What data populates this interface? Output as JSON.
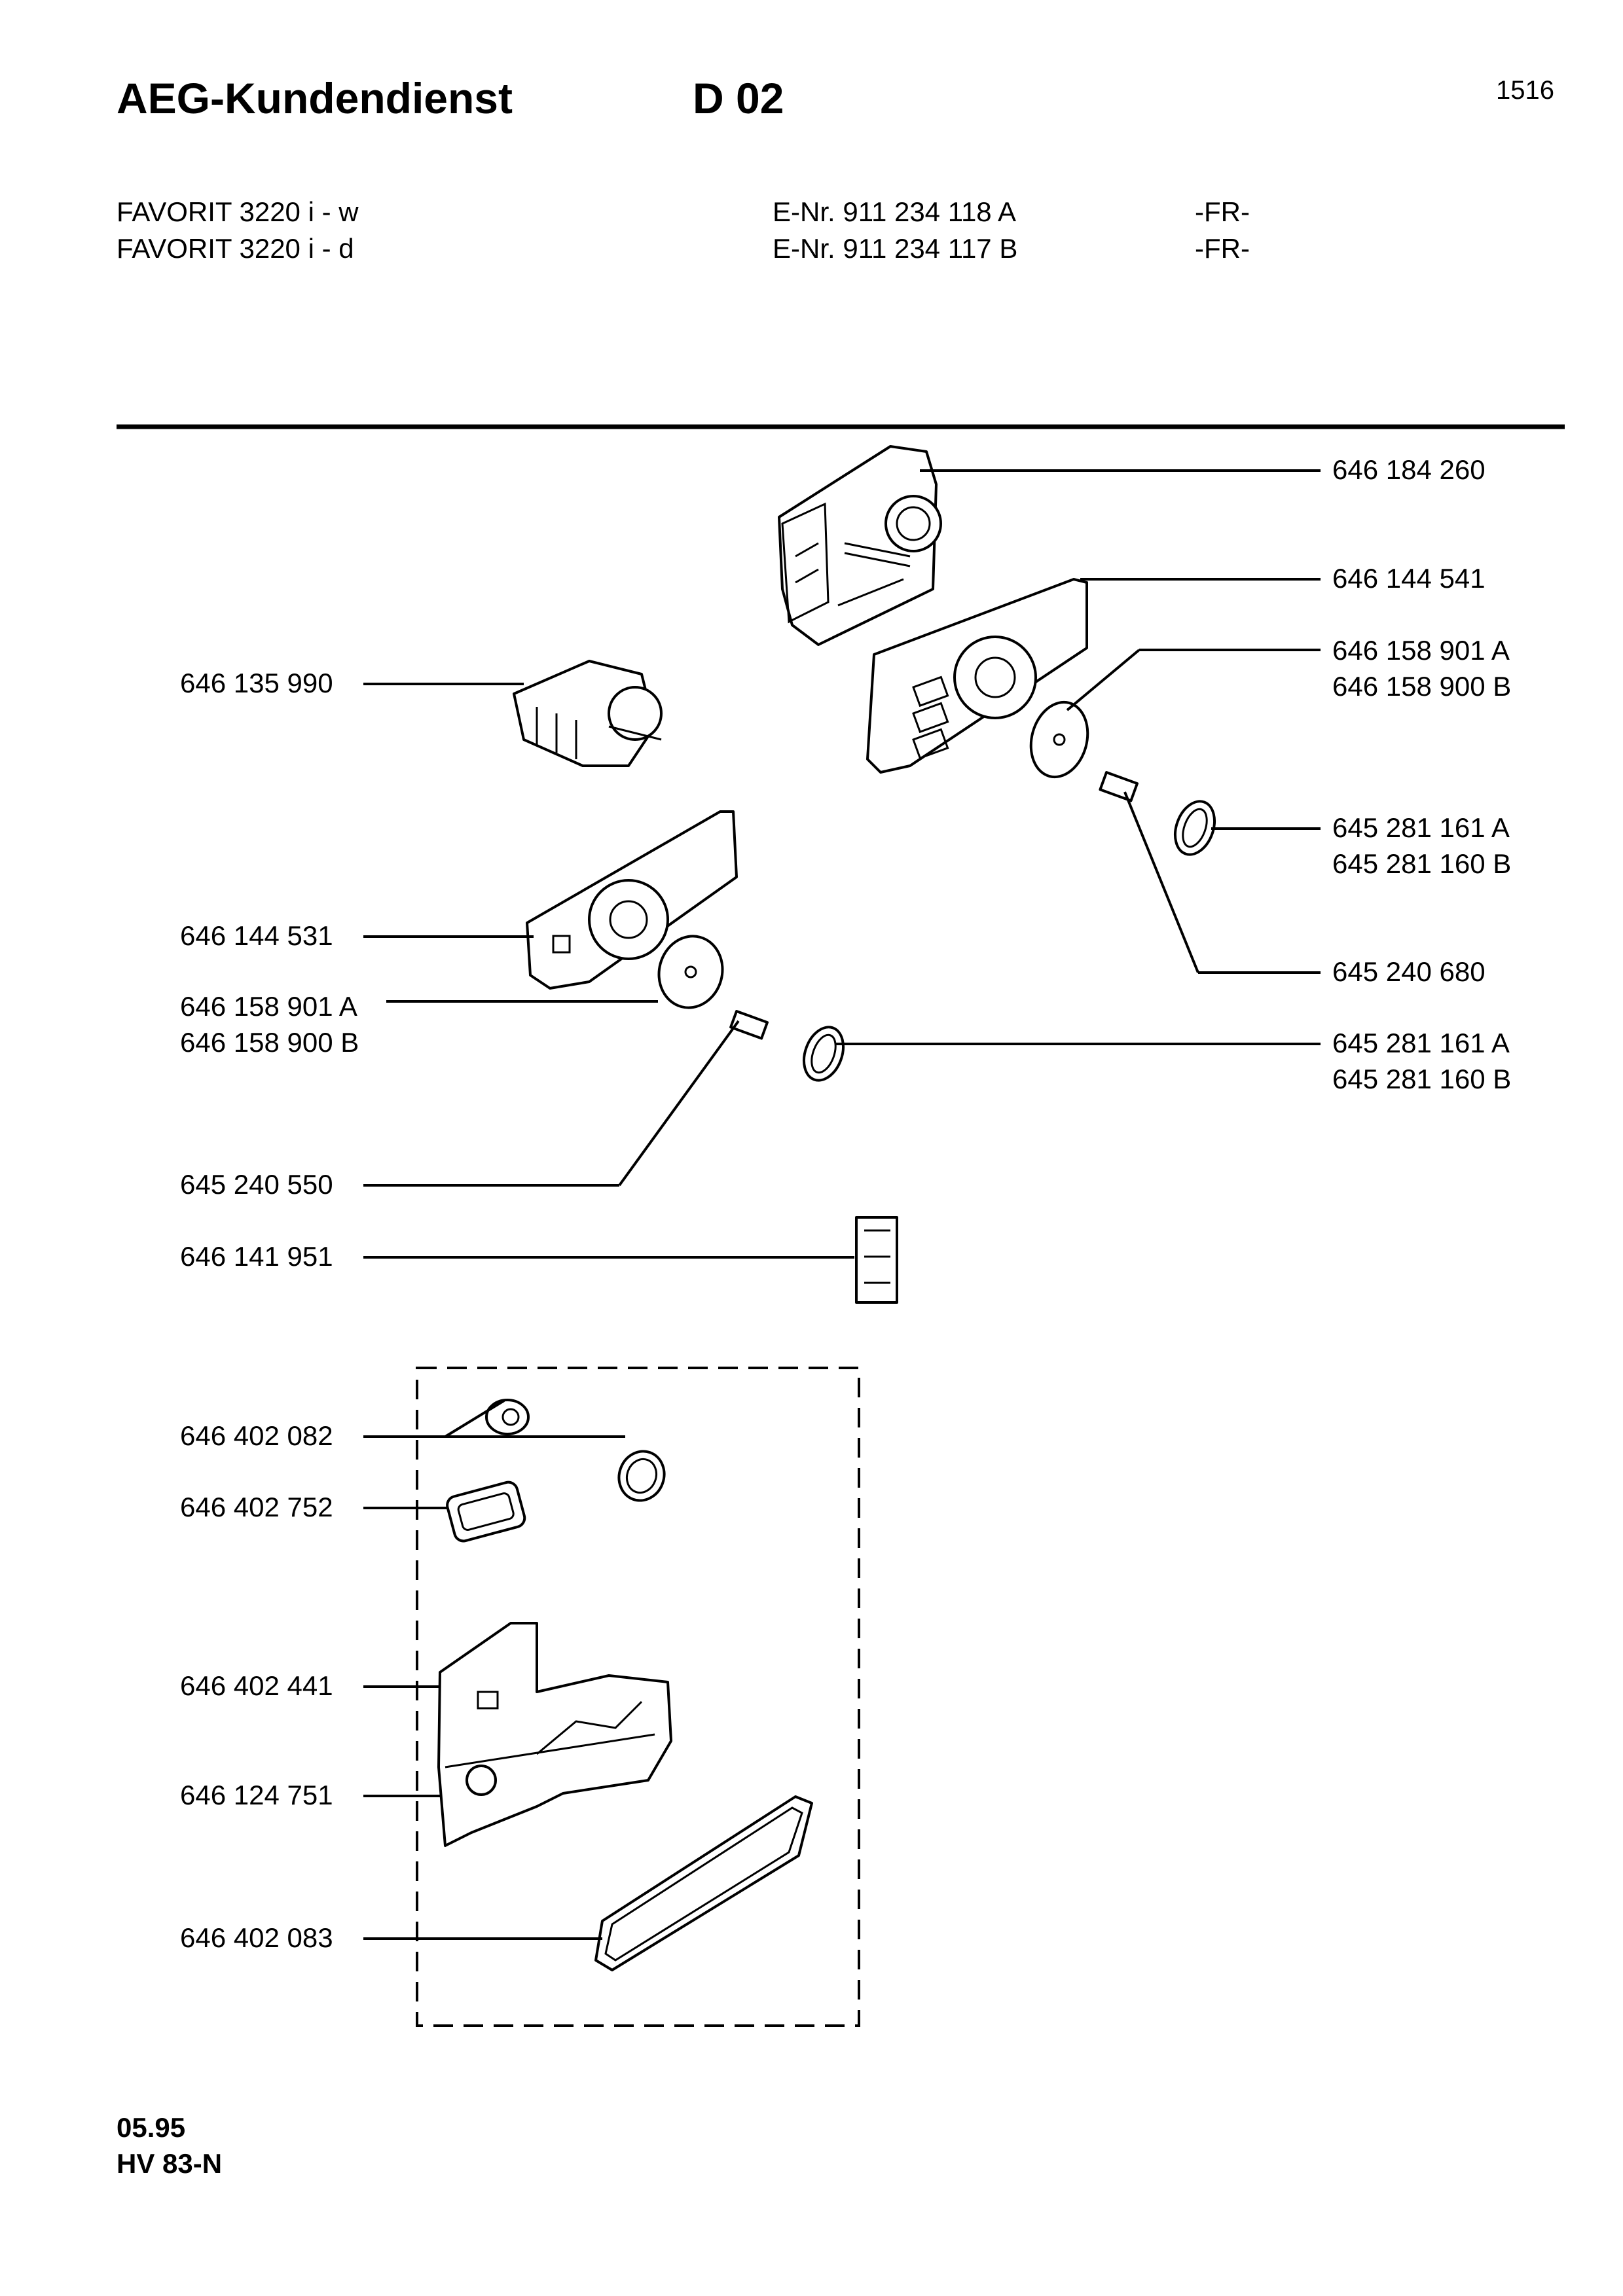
{
  "header": {
    "brand": "AEG-Kundendienst",
    "section": "D 02",
    "page_number": "1516"
  },
  "models": [
    {
      "name": "FAVORIT 3220 i - w",
      "enr": "E-Nr. 911 234 118 A",
      "market": "-FR-"
    },
    {
      "name": "FAVORIT 3220 i - d",
      "enr": "E-Nr. 911 234 117 B",
      "market": "-FR-"
    }
  ],
  "parts": {
    "p_646184260": "646 184 260",
    "p_646144541": "646 144 541",
    "p_646158901A_r": "646 158 901 A",
    "p_646158900B_r": "646 158 900 B",
    "p_646135990": "646 135 990",
    "p_645281161A_r1": "645 281 161 A",
    "p_645281160B_r1": "645 281 160 B",
    "p_646144531": "646 144 531",
    "p_645240680": "645 240 680",
    "p_646158901A_l": "646 158 901 A",
    "p_646158900B_l": "646 158 900 B",
    "p_645281161A_r2": "645 281 161 A",
    "p_645281160B_r2": "645 281 160 B",
    "p_645240550": "645 240 550",
    "p_646141951": "646 141 951",
    "p_646402082": "646 402 082",
    "p_646402752": "646 402 752",
    "p_646402441": "646 402 441",
    "p_646124751": "646 124 751",
    "p_646402083": "646 402 083"
  },
  "footer": {
    "date": "05.95",
    "code": "HV 83-N"
  }
}
